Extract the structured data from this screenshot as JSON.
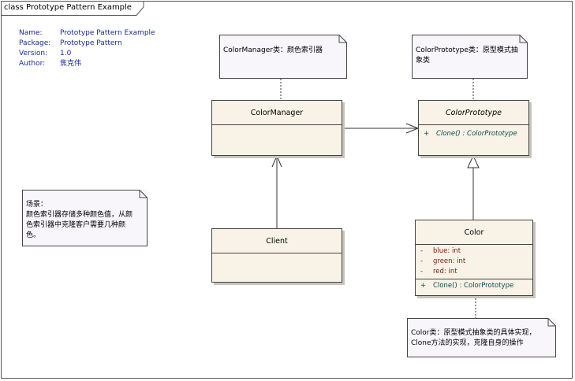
{
  "frame": {
    "title": "class Prototype Pattern Example"
  },
  "meta": {
    "rows": [
      {
        "key": "Name:",
        "value": "Prototype Pattern Example"
      },
      {
        "key": "Package:",
        "value": "Prototype Pattern"
      },
      {
        "key": "Version:",
        "value": "1.0"
      },
      {
        "key": "Author:",
        "value": "焦克伟"
      }
    ]
  },
  "notes": {
    "manager": "ColorManager类：颜色索引器",
    "prototype": "ColorPrototype类：原型模式抽\n象类",
    "scene": "场景：\n颜色索引器存储多种颜色值，从颜\n色索引器中克隆客户需要几种颜\n色。",
    "color": "Color类：原型模式抽象类的具体实现，\nClone方法的实现，克隆自身的操作"
  },
  "classes": {
    "manager": {
      "name": "ColorManager"
    },
    "prototype": {
      "name": "ColorPrototype",
      "op_vis": "+",
      "op": "Clone() : ColorPrototype"
    },
    "client": {
      "name": "Client"
    },
    "color": {
      "name": "Color",
      "attrs": [
        {
          "vis": "-",
          "text": "blue:  int"
        },
        {
          "vis": "-",
          "text": "green:  int"
        },
        {
          "vis": "-",
          "text": "red:  int"
        }
      ],
      "op_vis": "+",
      "op": "Clone() : ColorPrototype"
    }
  }
}
